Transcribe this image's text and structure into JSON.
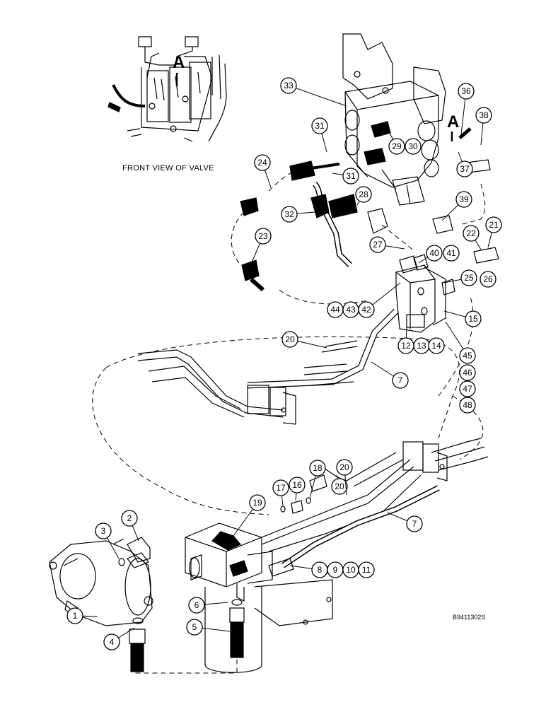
{
  "inset": {
    "caption": "FRONT VIEW OF VALVE",
    "marker": "A"
  },
  "detail_marker": "A",
  "drawing_code": "B9411302S",
  "callouts": [
    {
      "n": "1"
    },
    {
      "n": "2"
    },
    {
      "n": "3"
    },
    {
      "n": "4"
    },
    {
      "n": "5"
    },
    {
      "n": "6"
    },
    {
      "n": "7"
    },
    {
      "n": "7"
    },
    {
      "n": "8"
    },
    {
      "n": "9"
    },
    {
      "n": "10"
    },
    {
      "n": "11"
    },
    {
      "n": "12"
    },
    {
      "n": "13"
    },
    {
      "n": "14"
    },
    {
      "n": "15"
    },
    {
      "n": "16"
    },
    {
      "n": "17"
    },
    {
      "n": "18"
    },
    {
      "n": "19"
    },
    {
      "n": "20"
    },
    {
      "n": "20"
    },
    {
      "n": "20"
    },
    {
      "n": "21"
    },
    {
      "n": "22"
    },
    {
      "n": "23"
    },
    {
      "n": "24"
    },
    {
      "n": "25"
    },
    {
      "n": "26"
    },
    {
      "n": "27"
    },
    {
      "n": "28"
    },
    {
      "n": "29"
    },
    {
      "n": "30"
    },
    {
      "n": "31"
    },
    {
      "n": "31"
    },
    {
      "n": "32"
    },
    {
      "n": "33"
    },
    {
      "n": "36"
    },
    {
      "n": "37"
    },
    {
      "n": "38"
    },
    {
      "n": "39"
    },
    {
      "n": "40"
    },
    {
      "n": "41"
    },
    {
      "n": "42"
    },
    {
      "n": "43"
    },
    {
      "n": "44"
    },
    {
      "n": "45"
    },
    {
      "n": "46"
    },
    {
      "n": "47"
    },
    {
      "n": "48"
    }
  ]
}
